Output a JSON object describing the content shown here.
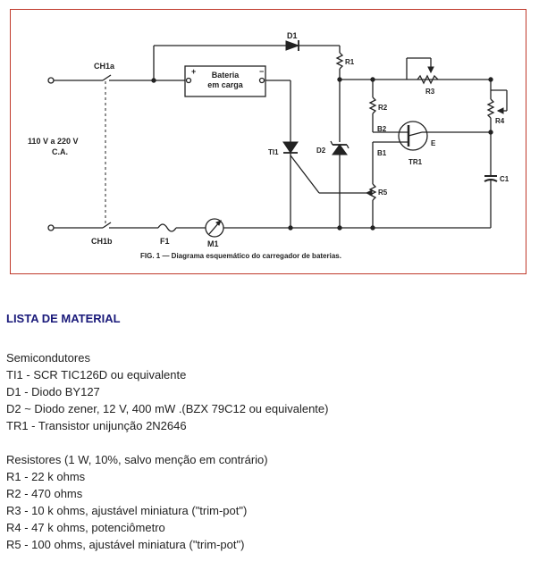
{
  "figure": {
    "caption": "FIG. 1 — Diagrama esquemático do carregador de baterias.",
    "labels": {
      "ch1a": "CH1a",
      "ch1b": "CH1b",
      "battery_line1": "Bateria",
      "battery_line2": "em carga",
      "plus": "+",
      "minus": "−",
      "d1": "D1",
      "r1": "R1",
      "r2": "R2",
      "r3": "R3",
      "r4": "R4",
      "r5": "R5",
      "b1": "B1",
      "b2": "B2",
      "e": "E",
      "tr1": "TR1",
      "c1": "C1",
      "d2": "D2",
      "ti1": "TI1",
      "f1": "F1",
      "m1": "M1",
      "voltage_line1": "110 V a 220 V",
      "voltage_line2": "C.A."
    }
  },
  "material": {
    "title": "LISTA DE MATERIAL",
    "sections": [
      {
        "heading": "Semicondutores",
        "items": [
          "TI1 - SCR TIC126D ou equivalente",
          "D1 - Diodo BY127",
          "D2 ~ Diodo zener, 12 V, 400 mW .(BZX 79C12 ou equivalente)",
          "TR1 - Transistor unijunção 2N2646"
        ]
      },
      {
        "heading": "Resistores (1 W, 10%, salvo menção em contrário)",
        "items": [
          "R1 - 22 k ohms",
          "R2 - 470 ohms",
          "R3 - 10 k ohms, ajustável miniatura (\"trim-pot\")",
          "R4 - 47 k ohms, potenciômetro",
          "R5 - 100 ohms, ajustável miniatura (\"trim-pot\")"
        ]
      }
    ]
  }
}
